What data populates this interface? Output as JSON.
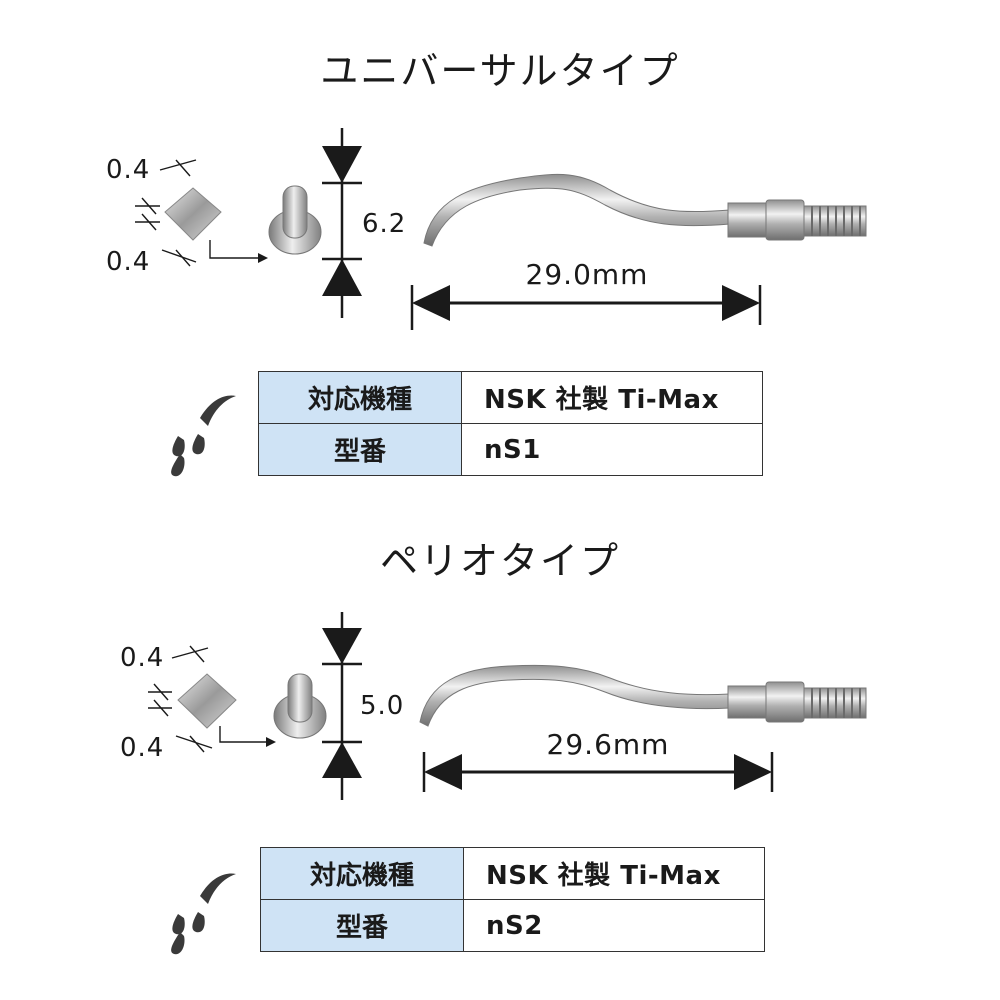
{
  "sections": [
    {
      "title": "ユニバーサルタイプ",
      "cross_section_top": "0.4",
      "cross_section_bottom": "0.4",
      "tip_height": "6.2",
      "length": "29.0mm",
      "table": {
        "row1_label": "対応機種",
        "row1_value": "NSK 社製 Ti-Max",
        "row2_label": "型番",
        "row2_value": "nS1"
      }
    },
    {
      "title": "ペリオタイプ",
      "cross_section_top": "0.4",
      "cross_section_bottom": "0.4",
      "tip_height": "5.0",
      "length": "29.6mm",
      "table": {
        "row1_label": "対応機種",
        "row1_value": "NSK 社製 Ti-Max",
        "row2_label": "型番",
        "row2_value": "nS2"
      }
    }
  ],
  "colors": {
    "table_label_bg": "#cfe3f5",
    "line": "#1a1a1a",
    "metal": "#b8b8b8"
  },
  "icons": [
    "water-drop-icon"
  ]
}
